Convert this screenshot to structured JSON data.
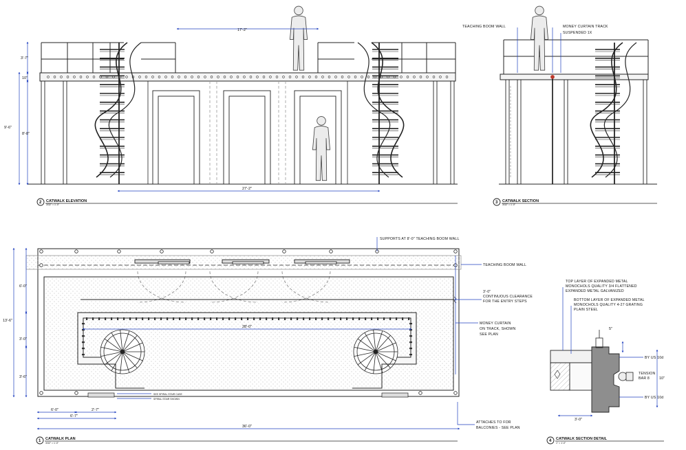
{
  "views": {
    "elevation": {
      "number": "2",
      "title": "CATWALK ELEVATION",
      "scale": "3/32\" = 1'-0\""
    },
    "section": {
      "number": "3",
      "title": "CATWALK SECTION",
      "scale": "3/32\" = 1'-0\""
    },
    "plan": {
      "number": "1",
      "title": "CATWALK PLAN",
      "scale": "3/32\" = 1'-0\""
    },
    "detail": {
      "number": "4",
      "title": "CATWALK SECTION DETAIL",
      "scale": "1\" = 1'-0\""
    }
  },
  "dimensions": {
    "top_width": "17'-2\"",
    "bottom_width": "27'-2\"",
    "rail_height": "3'-7\"",
    "deck": "10\"",
    "total_height": "9'-6\"",
    "clear_height": "8'-8\"",
    "plan_depth": "13'-6\"",
    "plan_seg_a": "6'-0\"",
    "plan_seg_b": "3'-0\"",
    "plan_seg_c": "3'-6\"",
    "plan_bottom_a": "6'-0\"",
    "plan_bottom_b": "2'-7\"",
    "plan_bottom_c": "6'-7\"",
    "plan_total": "36'-0\"",
    "plan_inner": "28'-0\"",
    "detail_side": "3'-0\"",
    "detail_gap": "10\"",
    "detail_base": "5\""
  },
  "labels": {
    "teaching_boom_wall": "TEACHING BOOM WALL",
    "scrim_track": "MONEY CURTAIN TRACK",
    "scrim_sub": "SUSPENDED 1X",
    "teaching_note": "SUPPORTS AT 8'-0\" TEACHING BOOM WALL",
    "teaching_boom_wall_2": "TEACHING BOOM WALL",
    "contour_note_1": "3'-0\"",
    "contour_note_2": "CONTINUOUS CLEARANCE",
    "contour_note_3": "FOR THE ENTRY STEPS",
    "money_curtain_1": "MONEY CURTAIN",
    "money_curtain_2": "ON TRACK, SHOWN",
    "money_curtain_3": "SEE PLAN",
    "stair_note_1": "SEE SPIRAL STAIR CASE",
    "stair_note_2": "SPIRAL STAIR SHOWN",
    "attach_1": "ATTACHES TO FOR",
    "attach_2": "BALCONIES - SEE PLAN",
    "top_layer_1": "TOP LAYER OF EXPANDED METAL",
    "top_layer_2": "MONOCHOLS QUALITY 3/4 FLATTENED",
    "top_layer_3": "EXPANDED METAL GALVANIZED",
    "bottom_layer_1": "BOTTOM LAYER OF EXPANDED METAL",
    "bottom_layer_2": "MONOCHOLS QUALITY 4-27 GRATING",
    "bottom_layer_3": "PLAIN STEEL",
    "by_us_1": "BY US 10d",
    "by_us_2": "BY US 10d",
    "tension_1": "TENSION",
    "tension_2": "BAR 8"
  }
}
